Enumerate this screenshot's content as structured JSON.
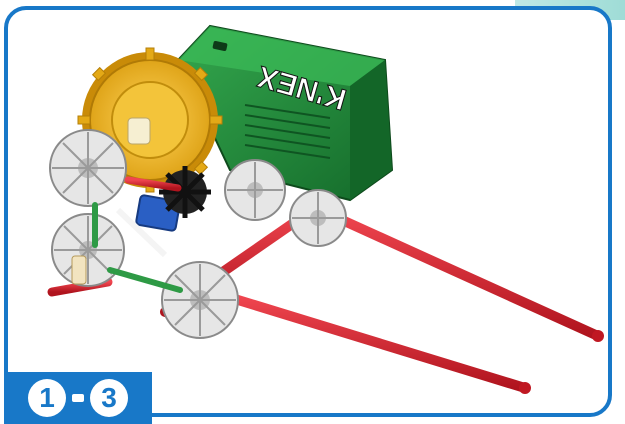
{
  "brand": {
    "logo_text": "K'NEX"
  },
  "step": {
    "from": "1",
    "to": "3"
  },
  "colors": {
    "frame_blue": "#1878c8",
    "motor_green": "#1f8a3a",
    "rod_red": "#d8202c",
    "gear_yellow": "#f2b81a",
    "connector_gray": "#e4e4e4",
    "small_gear_black": "#222222",
    "part_blue": "#2a5fc4"
  },
  "icons": {
    "motor": "motor-icon",
    "gear": "gear-icon",
    "rod": "rod-icon",
    "connector": "connector-icon"
  }
}
